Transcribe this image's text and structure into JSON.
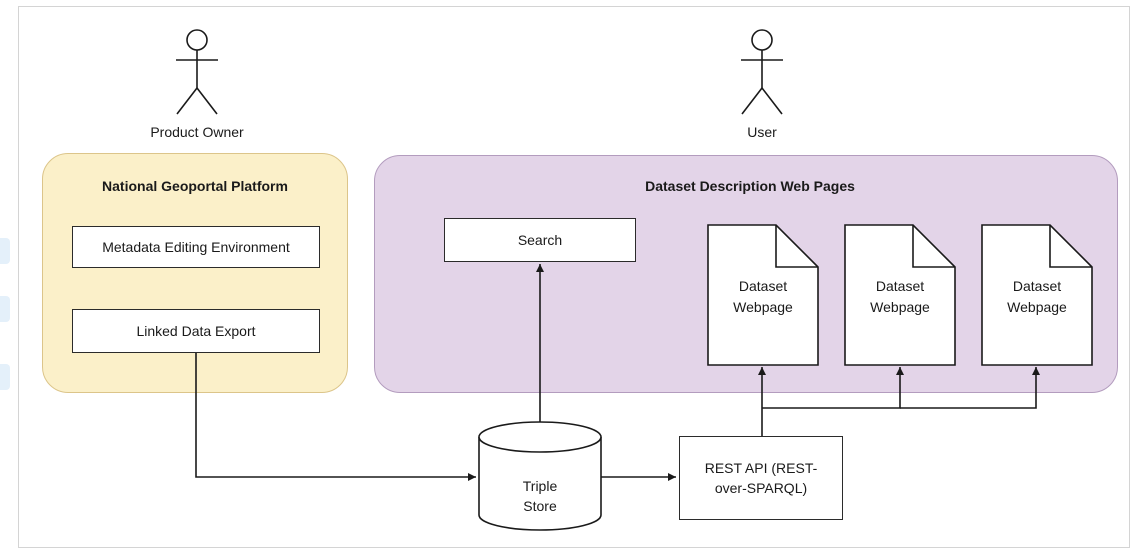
{
  "actors": {
    "product_owner": {
      "label": "Product Owner"
    },
    "user": {
      "label": "User"
    }
  },
  "national_geoportal": {
    "title": "National Geoportal Platform",
    "metadata_editing": "Metadata Editing Environment",
    "linked_data_export": "Linked Data Export"
  },
  "dataset_pages": {
    "title": "Dataset Description Web Pages",
    "search": "Search",
    "webpages": [
      {
        "line1": "Dataset",
        "line2": "Webpage"
      },
      {
        "line1": "Dataset",
        "line2": "Webpage"
      },
      {
        "line1": "Dataset",
        "line2": "Webpage"
      }
    ]
  },
  "triple_store": {
    "line1": "Triple",
    "line2": "Store"
  },
  "rest_api": {
    "line1": "REST API (REST-",
    "line2": "over-SPARQL)"
  }
}
